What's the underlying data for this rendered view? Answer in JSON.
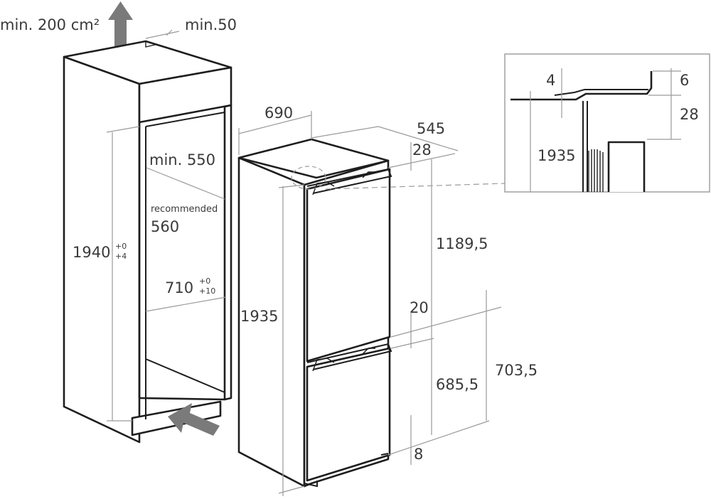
{
  "niche": {
    "vent_area": "min. 200 cm²",
    "gap_top": "min.50",
    "depth": "min. 550",
    "recommended_label": "recommended",
    "recommended_depth": "560",
    "height": "1940",
    "height_tol_plus": "+0",
    "height_tol_minus": "+4",
    "width": "710",
    "width_tol_plus": "+0",
    "width_tol_minus": "+10"
  },
  "appliance": {
    "width": "545",
    "depth": "690",
    "height": "1935",
    "top_clearance": "28",
    "upper_door": "1189,5",
    "door_gap": "20",
    "lower_door": "685,5",
    "lower_section": "703,5",
    "bottom_gap": "8"
  },
  "detail": {
    "dim_a": "4",
    "dim_b": "6",
    "dim_c": "28",
    "height": "1935"
  },
  "colors": {
    "outline": "#1e1e1e",
    "dimension": "#9a9a9a",
    "arrow": "#7a7a7a",
    "text": "#3a3a3a"
  }
}
